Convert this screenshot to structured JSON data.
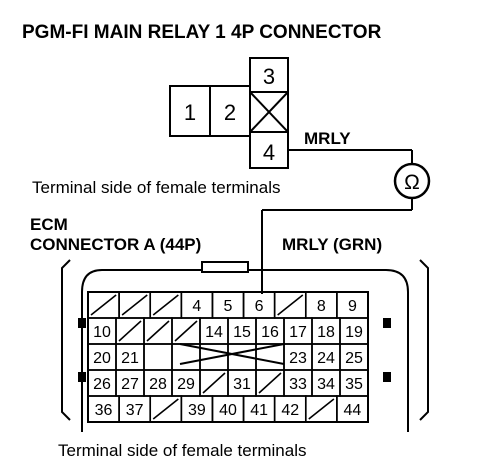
{
  "title": "PGM-FI MAIN RELAY 1 4P CONNECTOR",
  "relay": {
    "cells": [
      "1",
      "2",
      "3",
      "4"
    ],
    "wire_label": "MRLY",
    "caption": "Terminal side of female terminals"
  },
  "meter": {
    "symbol": "Ω"
  },
  "ecm": {
    "title_line1": "ECM",
    "title_line2": "CONNECTOR A (44P)",
    "wire_label": "MRLY (GRN)",
    "caption": "Terminal side of female terminals",
    "rows": [
      [
        "",
        "",
        "",
        "4",
        "5",
        "6",
        "",
        "8",
        "9"
      ],
      [
        "10",
        "",
        "",
        "",
        "14",
        "15",
        "16",
        "17",
        "18",
        "19"
      ],
      [
        "20",
        "21",
        "",
        "",
        "",
        "",
        "",
        "23",
        "24",
        "25"
      ],
      [
        "26",
        "27",
        "28",
        "29",
        "",
        "31",
        "",
        "33",
        "34",
        "35"
      ],
      [
        "36",
        "37",
        "",
        "39",
        "40",
        "41",
        "42",
        "",
        "44"
      ]
    ]
  }
}
